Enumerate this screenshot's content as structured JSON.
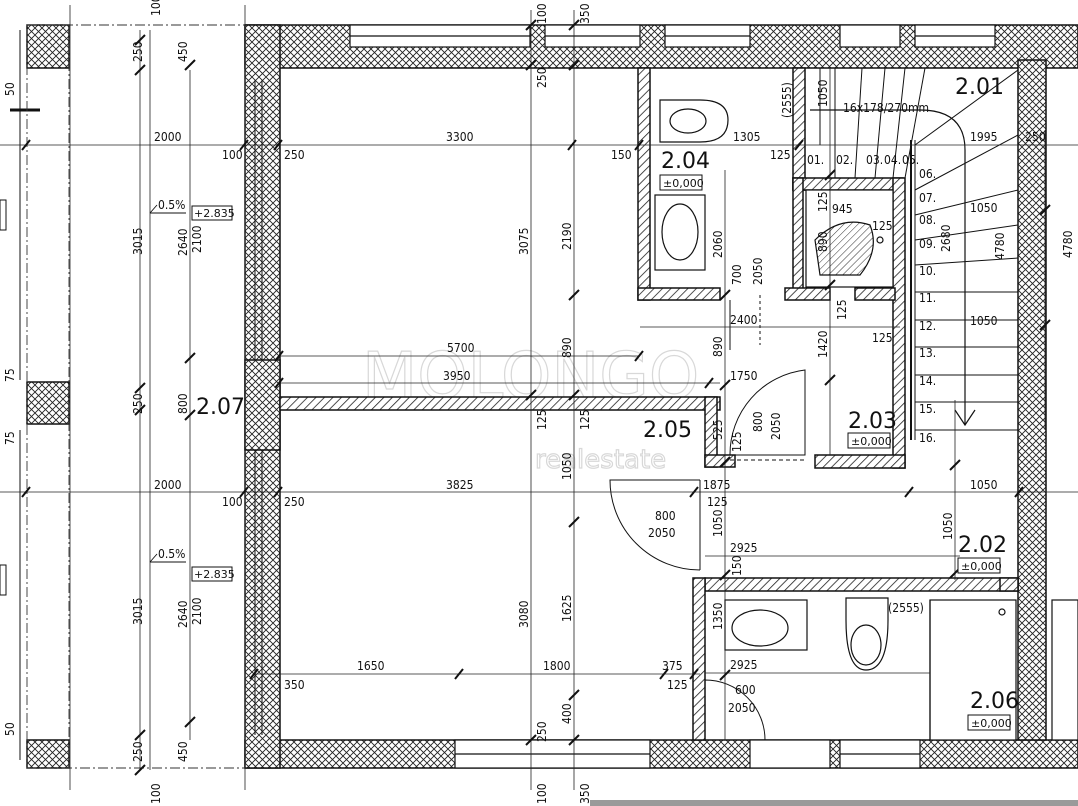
{
  "rooms": [
    {
      "id": "2.01",
      "level": ""
    },
    {
      "id": "2.02",
      "level": "±0,000"
    },
    {
      "id": "2.03",
      "level": "±0,000"
    },
    {
      "id": "2.04",
      "level": "±0,000"
    },
    {
      "id": "2.05",
      "level": ""
    },
    {
      "id": "2.06",
      "level": "±0,000"
    },
    {
      "id": "2.07",
      "level": ""
    }
  ],
  "stair": {
    "spec": "16x178/270mm",
    "steps": [
      "01.",
      "02.",
      "03.",
      "04.",
      "05.",
      "06.",
      "07.",
      "08.",
      "09.",
      "10.",
      "11.",
      "12.",
      "13.",
      "14.",
      "15.",
      "16."
    ]
  },
  "terrace": {
    "slope": "0.5%",
    "level": "+2.835"
  },
  "watermark": {
    "line1": "MOLONGO",
    "line2": "realestate"
  },
  "dims": {
    "d2000": "2000",
    "d3300": "3300",
    "d3825": "3825",
    "d1305": "1305",
    "d1995": "1995",
    "d5700": "5700",
    "d3950": "3950",
    "d1750": "1750",
    "d1875": "1875",
    "d2400": "2400",
    "d2925": "2925",
    "d1650": "1650",
    "d1800": "1800",
    "d375": "375",
    "d1050": "1050",
    "d945": "945",
    "d890": "890",
    "d3015": "3015",
    "d2640": "2640",
    "d2100": "2100",
    "d3075": "3075",
    "d2190": "2190",
    "d2060": "2060",
    "d3080": "3080",
    "d1625": "1625",
    "d4780": "4780",
    "d2680": "2680",
    "d1420": "1420",
    "d700": "700",
    "d2050": "2050",
    "d800": "800",
    "d600": "600",
    "d1350": "1350",
    "d450": "450",
    "d250": "250",
    "d100": "100",
    "d150": "150",
    "d125": "125",
    "d350": "350",
    "d400": "400",
    "d525": "525",
    "d50": "50",
    "d75": "75",
    "d2555": "(2555)"
  }
}
